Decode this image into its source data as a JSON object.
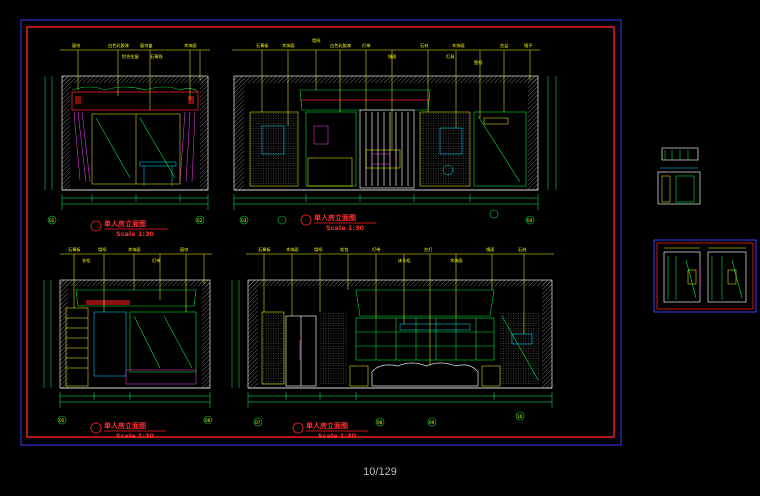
{
  "sheet": {
    "colors": {
      "background": "#000000",
      "frame_outer": "#3a3aff",
      "frame_inner": "#ff2020",
      "annotation": "#ffff00",
      "dimension": "#00ff66",
      "title": "#ff3030"
    }
  },
  "pager": {
    "text": "10/129"
  },
  "views": [
    {
      "id": "v1",
      "title": "单人房立面图",
      "scale": "Scale 1:30",
      "annotations": [
        "窗帘",
        "白色乳胶漆",
        "窗帘盒",
        "木饰面",
        "铝合金窗",
        "石膏线"
      ],
      "gridmarks": [
        "01",
        "02"
      ]
    },
    {
      "id": "v2",
      "title": "单人房立面图",
      "scale": "Scale 1:30",
      "annotations": [
        "石膏板",
        "木饰面",
        "墙纸",
        "白色乳胶漆",
        "灯带",
        "镜面",
        "石材",
        "灯具",
        "木饰面",
        "壁纸",
        "台盆",
        "镜子"
      ],
      "gridmarks": [
        "03",
        "04"
      ]
    },
    {
      "id": "v3",
      "title": "单人房立面图",
      "scale": "Scale 1:30",
      "annotations": [
        "石膏板",
        "墙纸",
        "木饰面",
        "衣柜",
        "灯带",
        "窗帘"
      ],
      "gridmarks": [
        "05",
        "06"
      ]
    },
    {
      "id": "v4",
      "title": "单人房立面图",
      "scale": "Scale 1:30",
      "annotations": [
        "石膏板",
        "木饰面",
        "墙纸",
        "软包",
        "灯带",
        "床头柜",
        "台灯",
        "木饰面",
        "镜面",
        "石材"
      ],
      "gridmarks": [
        "07",
        "08",
        "09",
        "10"
      ]
    }
  ]
}
